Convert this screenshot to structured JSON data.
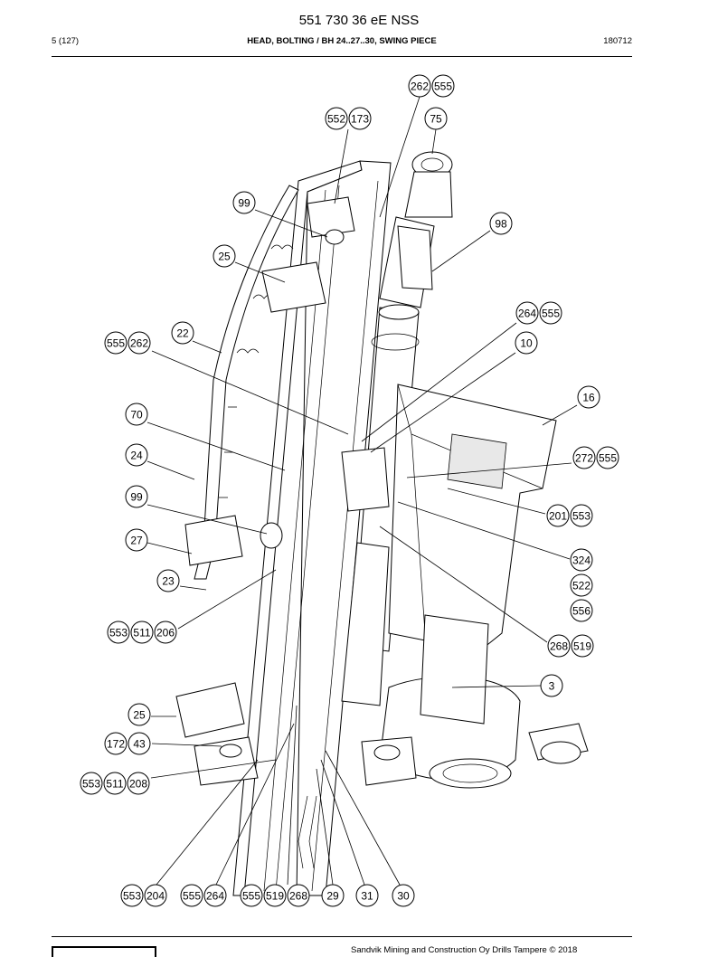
{
  "header": {
    "document_number": "551 730 36 eE NSS",
    "page": "5 (127)",
    "description": "HEAD, BOLTING / BH 24..27..30, SWING PIECE",
    "date_code": "180712"
  },
  "footer": {
    "copyright": "Sandvik Mining and Construction Oy Drills Tampere © 2018"
  },
  "callouts": [
    {
      "id": "c1",
      "labels": [
        "262",
        "555"
      ]
    },
    {
      "id": "c2",
      "labels": [
        "552",
        "173"
      ]
    },
    {
      "id": "c3",
      "labels": [
        "75"
      ]
    },
    {
      "id": "c4",
      "labels": [
        "99"
      ]
    },
    {
      "id": "c5",
      "labels": [
        "98"
      ]
    },
    {
      "id": "c6",
      "labels": [
        "25"
      ]
    },
    {
      "id": "c7",
      "labels": [
        "264",
        "555"
      ]
    },
    {
      "id": "c8",
      "labels": [
        "22"
      ]
    },
    {
      "id": "c9",
      "labels": [
        "555",
        "262"
      ]
    },
    {
      "id": "c10",
      "labels": [
        "10"
      ]
    },
    {
      "id": "c11",
      "labels": [
        "16"
      ]
    },
    {
      "id": "c12",
      "labels": [
        "70"
      ]
    },
    {
      "id": "c13",
      "labels": [
        "24"
      ]
    },
    {
      "id": "c14",
      "labels": [
        "272",
        "555"
      ]
    },
    {
      "id": "c15",
      "labels": [
        "99"
      ]
    },
    {
      "id": "c16",
      "labels": [
        "201",
        "553"
      ]
    },
    {
      "id": "c17",
      "labels": [
        "27"
      ]
    },
    {
      "id": "c18",
      "labels": [
        "324"
      ]
    },
    {
      "id": "c19",
      "labels": [
        "23"
      ]
    },
    {
      "id": "c20",
      "labels": [
        "522"
      ]
    },
    {
      "id": "c21",
      "labels": [
        "556"
      ]
    },
    {
      "id": "c22",
      "labels": [
        "553",
        "511",
        "206"
      ]
    },
    {
      "id": "c23",
      "labels": [
        "268",
        "519"
      ]
    },
    {
      "id": "c24",
      "labels": [
        "3"
      ]
    },
    {
      "id": "c25",
      "labels": [
        "25"
      ]
    },
    {
      "id": "c26",
      "labels": [
        "172",
        "43"
      ]
    },
    {
      "id": "c27",
      "labels": [
        "553",
        "511",
        "208"
      ]
    },
    {
      "id": "c28",
      "labels": [
        "553",
        "204"
      ]
    },
    {
      "id": "c29",
      "labels": [
        "555",
        "264"
      ]
    },
    {
      "id": "c30",
      "labels": [
        "555",
        "519",
        "268"
      ]
    },
    {
      "id": "c31",
      "labels": [
        "29"
      ]
    },
    {
      "id": "c32",
      "labels": [
        "31"
      ]
    },
    {
      "id": "c33",
      "labels": [
        "30"
      ]
    }
  ]
}
